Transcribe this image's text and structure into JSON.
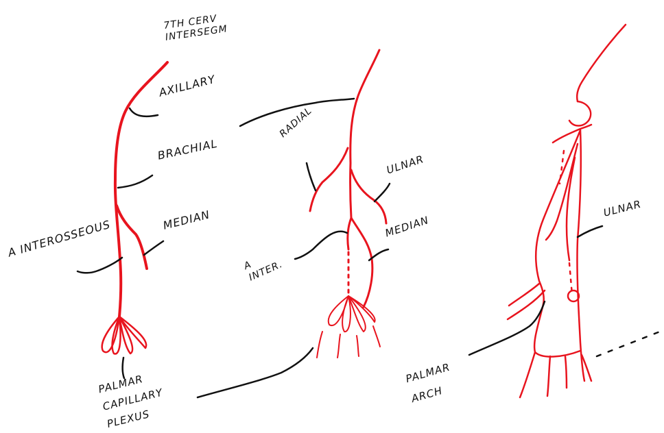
{
  "colors": {
    "vessel": "#e8141e",
    "ink": "#111111",
    "background": "#ffffff"
  },
  "labels": {
    "origin": "7TH CERV INTERSEGM",
    "axillary": "AXILLARY",
    "brachial": "BRACHIAL",
    "median_1": "MEDIAN",
    "anterior_interosseous": "A INTEROSSEOUS",
    "palmar_capillary_plexus": "PALMAR CAPILLARY PLEXUS",
    "radial": "RADIAL",
    "ulnar_1": "ULNAR",
    "median_2": "MEDIAN",
    "anterior_interosseous_2": "A INTER.",
    "ulnar_3": "ULNAR",
    "palmar_arch": "PALMAR ARCH"
  }
}
